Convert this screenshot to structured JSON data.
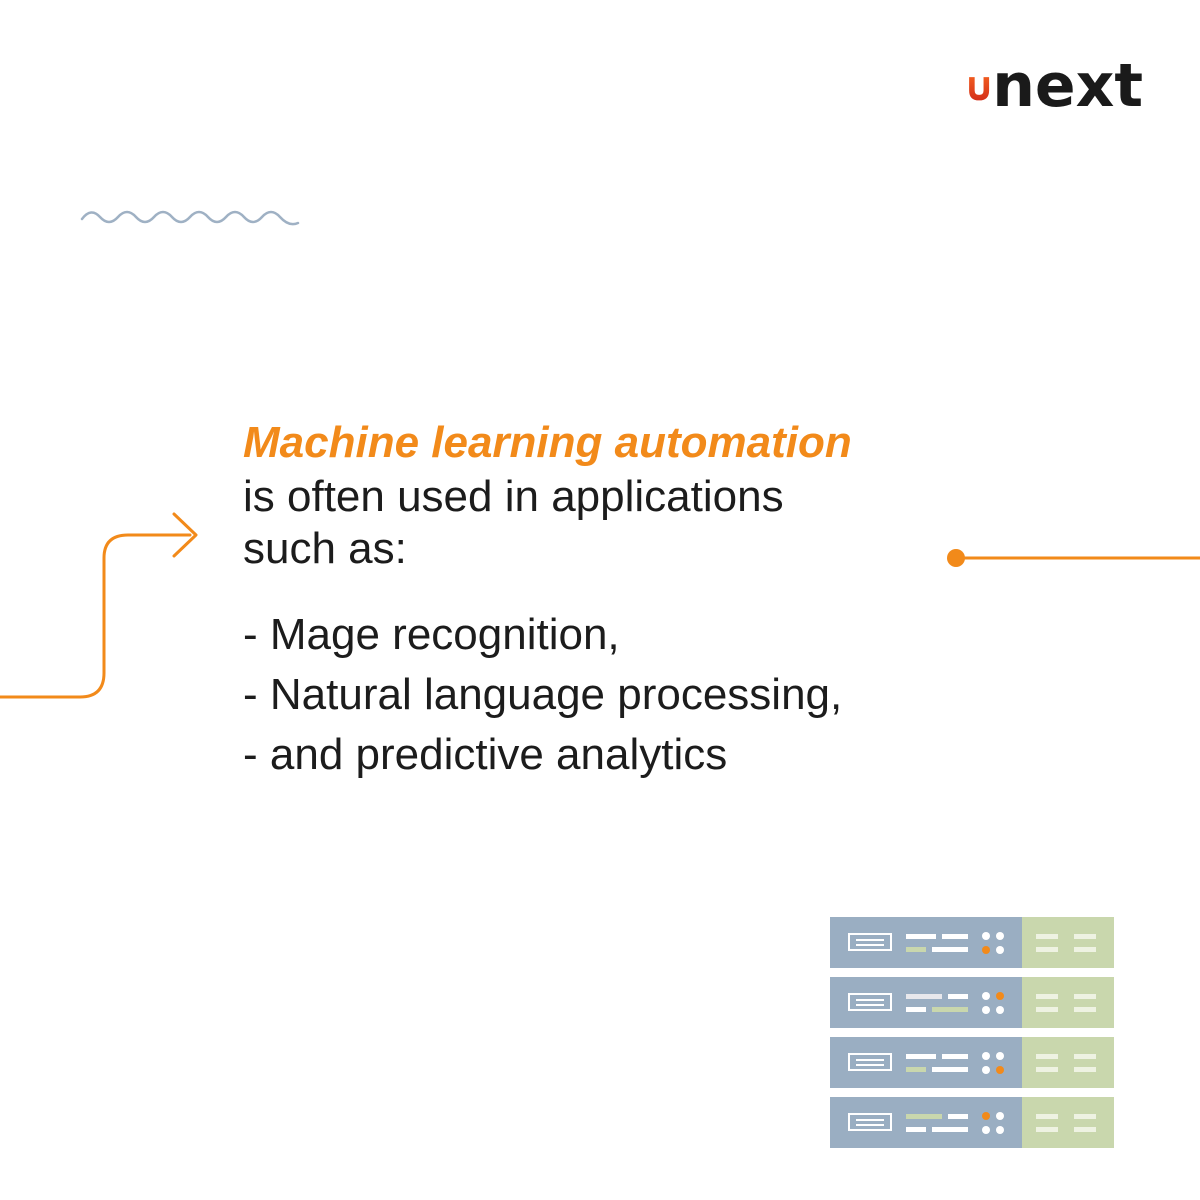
{
  "brand": {
    "name": "next",
    "accent_color": "#f28a1a",
    "logo_color": "#e8421c"
  },
  "content": {
    "headline": "Machine learning automation",
    "intro_line_1": "is often used in applications",
    "intro_line_2": "such as:",
    "bullets": [
      "- Mage recognition,",
      "- Natural language processing,",
      "- and predictive analytics"
    ]
  },
  "decor": {
    "wave_icon": "wave-line-icon",
    "arrow_icon": "curved-arrow-icon",
    "server_icon": "server-rack-icon"
  }
}
